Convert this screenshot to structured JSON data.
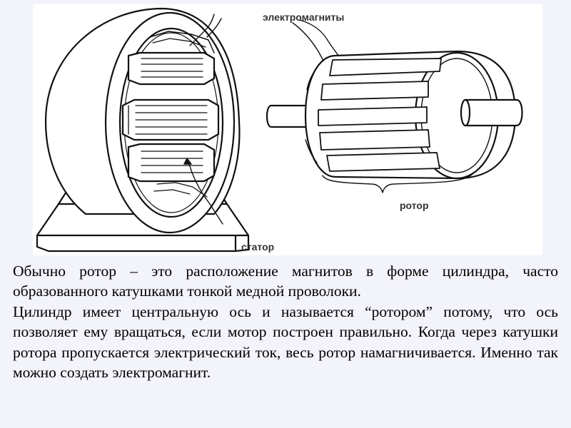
{
  "diagram": {
    "labels": {
      "electromagnets": "электромагниты",
      "rotor": "ротор",
      "stator": "статор"
    },
    "parts": {
      "stator": [
        "stator-housing",
        "stator-base",
        "stator-ring",
        "stator-coil-top",
        "stator-coil-middle",
        "stator-coil-bottom"
      ],
      "rotor": [
        "rotor-drum",
        "rotor-shaft-left",
        "rotor-shaft-right",
        "rotor-slots"
      ]
    }
  },
  "caption": {
    "paragraphs": [
      "Обычно ротор – это расположение магнитов в форме цилиндра, часто образованного катушками тонкой медной проволоки.",
      "Цилиндр имеет центральную ось и называется “ротором” потому, что ось позволяет ему вращаться, если мотор построен правильно. Когда через катушки ротора пропускается электрический ток, весь ротор намагничивается. Именно так можно создать электромагнит."
    ]
  },
  "colors": {
    "background": "#f3f3fc",
    "figure_bg": "#ffffff",
    "line": "#111111",
    "label": "#333333",
    "text": "#000000"
  }
}
